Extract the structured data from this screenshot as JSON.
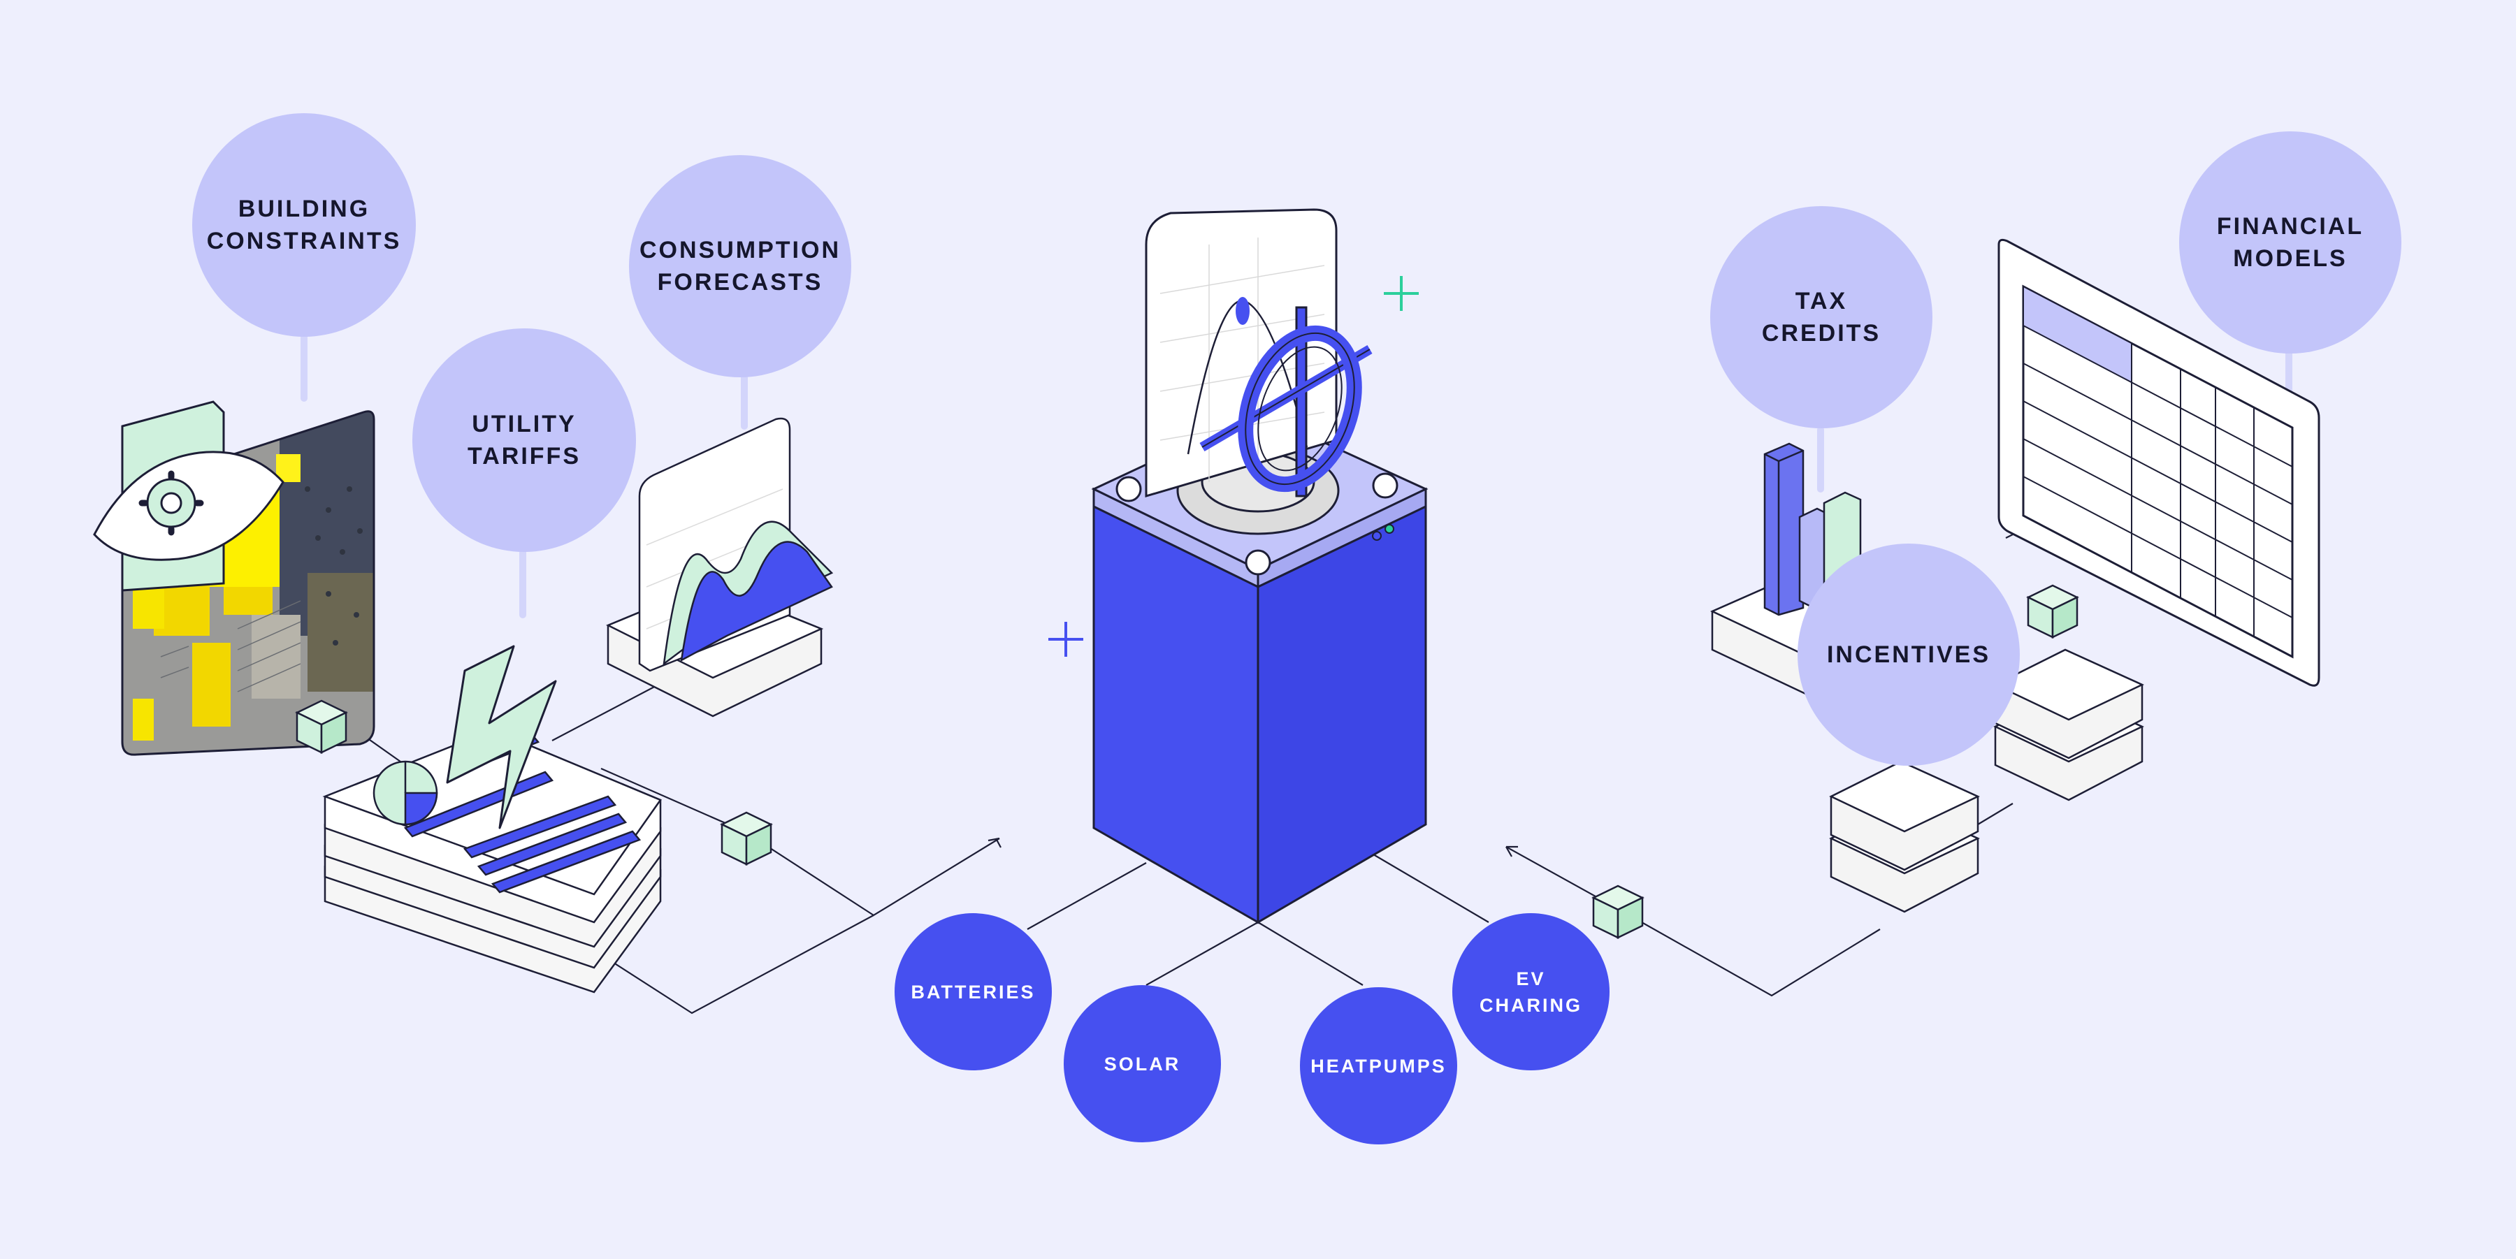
{
  "colors": {
    "background": "#eeeffd",
    "bubble_light": "#c3c5fa",
    "bubble_dark": "#4650f0",
    "accent_green": "#cff1dd",
    "ink": "#1d1e36",
    "cross_green": "#2ccf9b"
  },
  "labels": {
    "building_constraints": "BUILDING\nCONSTRAINTS",
    "utility_tariffs": "UTILITY\nTARIFFS",
    "consumption_forecasts": "CONSUMPTION\nFORECASTS",
    "tax_credits": "TAX\nCREDITS",
    "financial_models": "FINANCIAL\nMODELS",
    "incentives": "INCENTIVES",
    "batteries": "BATTERIES",
    "solar": "SOLAR",
    "heatpumps": "HEATPUMPS",
    "ev_charing": "EV\nCHARING"
  },
  "icons": {
    "aerial_map": "aerial-map-icon",
    "eye_gear": "eye-gear-icon",
    "bill_documents": "bill-documents-icon",
    "lightning": "lightning-icon",
    "forecast_chart": "forecast-chart-icon",
    "central_optimizer": "optimizer-tower-icon",
    "spreadsheet": "spreadsheet-icon",
    "bar_chart": "bar-chart-icon",
    "stacked_blocks": "stacked-blocks-icon",
    "data_cube": "data-cube-icon"
  }
}
